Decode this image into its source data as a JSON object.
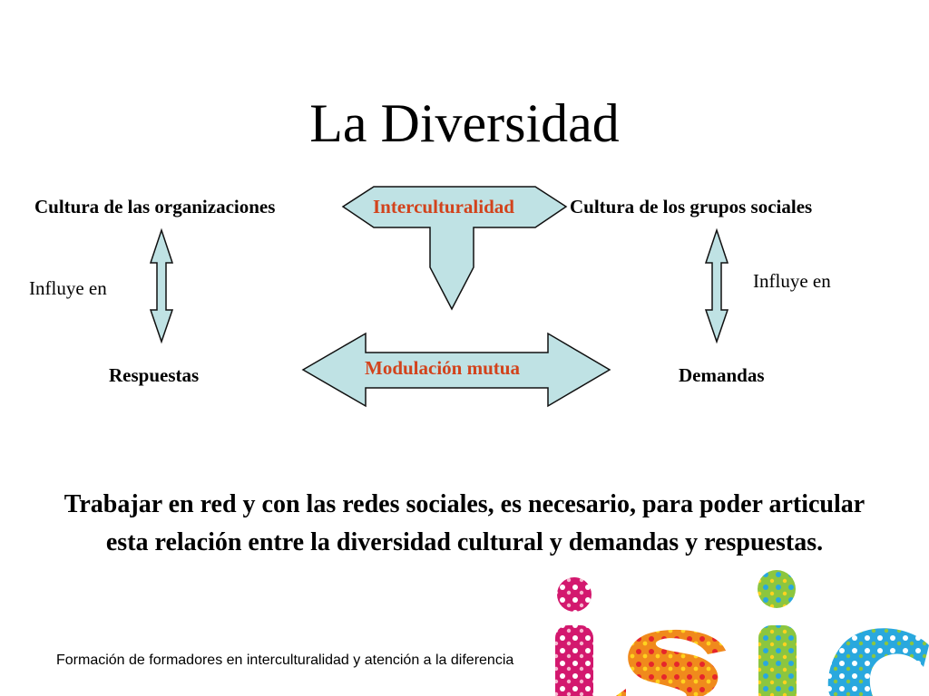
{
  "title": "La Diversidad",
  "diagram": {
    "top_left": "Cultura de las organizaciones",
    "top_center": "Interculturalidad",
    "top_right": "Cultura de los grupos sociales",
    "left_relation": "Influye en",
    "right_relation": "Influye en",
    "bottom_left": "Respuestas",
    "bottom_center": "Modulación mutua",
    "bottom_right": "Demandas"
  },
  "conclusion": "Trabajar en red y con las redes sociales, es necesario, para poder articular esta relación entre la diversidad cultural y demandas y respuestas.",
  "footer": "Formación de formadores en interculturalidad y atención a la diferencia",
  "colors": {
    "arrow_fill": "#bfe2e4",
    "arrow_stroke": "#111111",
    "accent_text": "#d2431c",
    "logo_magenta": "#d3186e",
    "logo_orange": "#f08a1c",
    "logo_green": "#8cc63f",
    "logo_blue": "#29a8de"
  },
  "logo": {
    "name": "isic-logo",
    "letters": "isic"
  }
}
